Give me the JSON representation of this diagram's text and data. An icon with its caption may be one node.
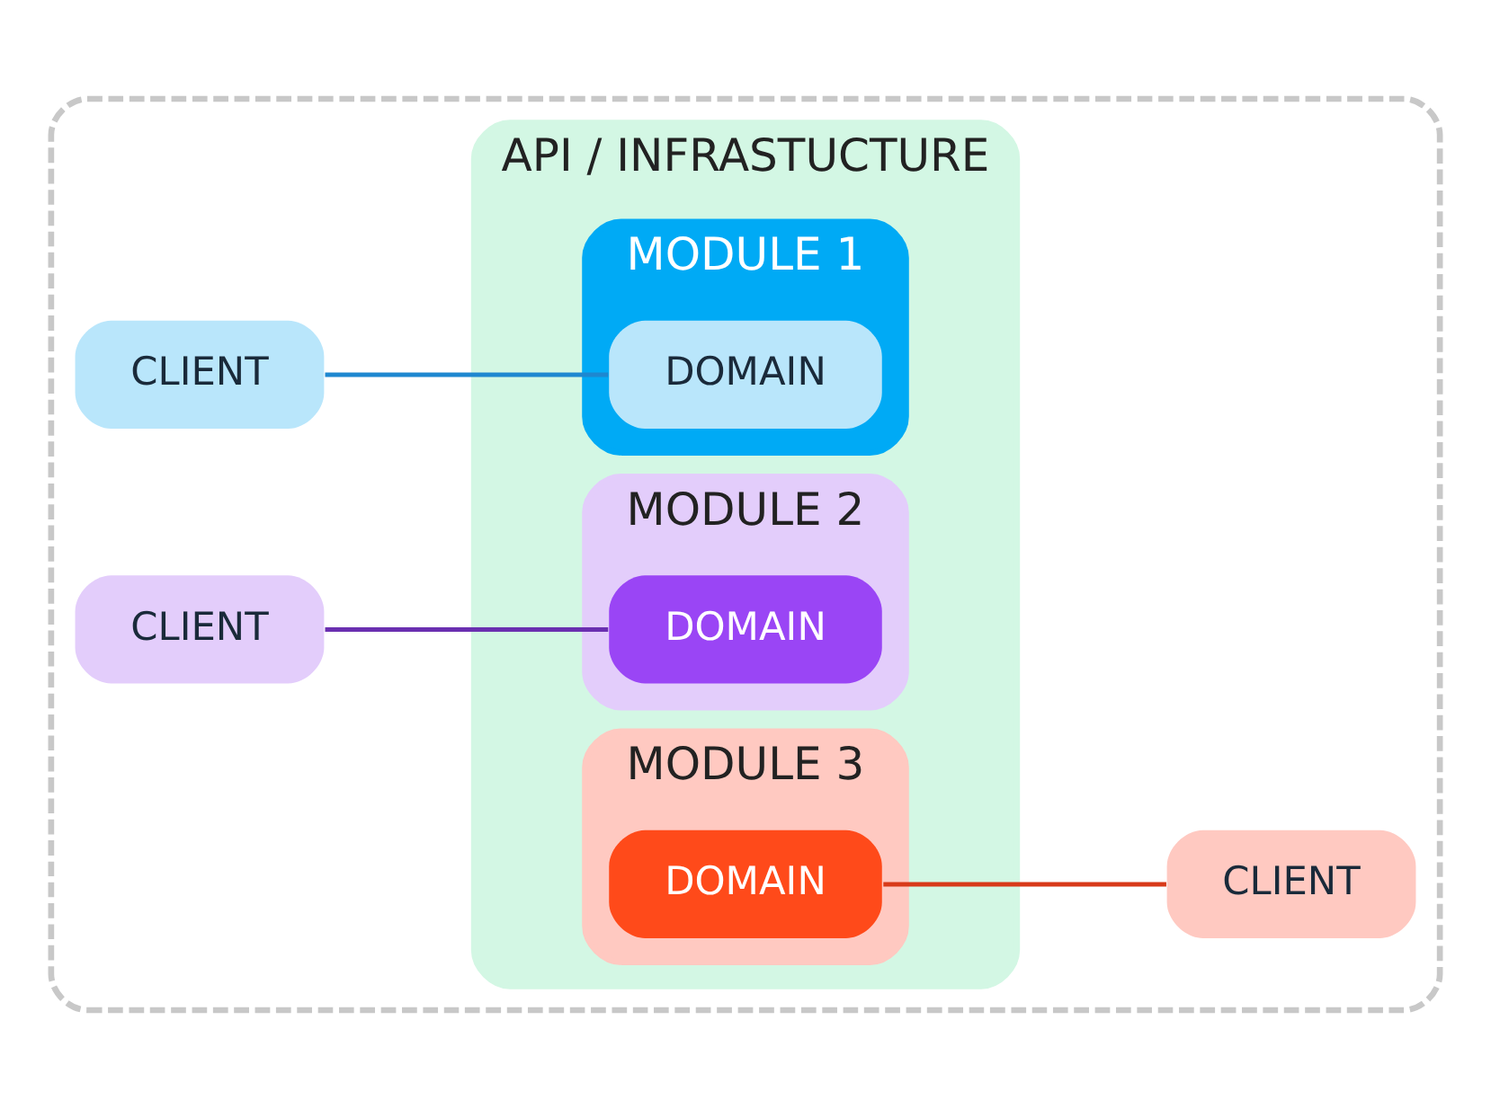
{
  "diagram": {
    "nodes": [
      {
        "text": [],
        "shape": "box"
      },
      {
        "text": [
          "CLIENT"
        ],
        "in": 0
      },
      {
        "text": [
          "CLIENT"
        ],
        "in": 0
      },
      {
        "text": [
          "API / INFRASTUCTURE"
        ],
        "in": 0
      },
      {
        "text": [
          "MODULE 1"
        ],
        "in": 3
      },
      {
        "text": [
          "DOMAIN"
        ],
        "in": 4
      },
      {
        "text": [
          "MODULE 2"
        ],
        "in": 3
      },
      {
        "text": [
          "DOMAIN"
        ],
        "in": 6
      },
      {
        "text": [
          "MODULE 3"
        ],
        "in": 3
      },
      {
        "text": [
          "DOMAIN"
        ],
        "in": 8
      },
      {
        "text": [
          "CLIENT"
        ],
        "in": 0
      }
    ],
    "edges": [
      {
        "from": 1,
        "to": 5,
        "arrow": "none",
        "color": "#1e88d0"
      },
      {
        "from": 2,
        "to": 7,
        "arrow": "none",
        "color": "#6a2fb0"
      },
      {
        "from": 9,
        "to": 10,
        "arrow": "none",
        "color": "#d83a1a"
      }
    ]
  }
}
